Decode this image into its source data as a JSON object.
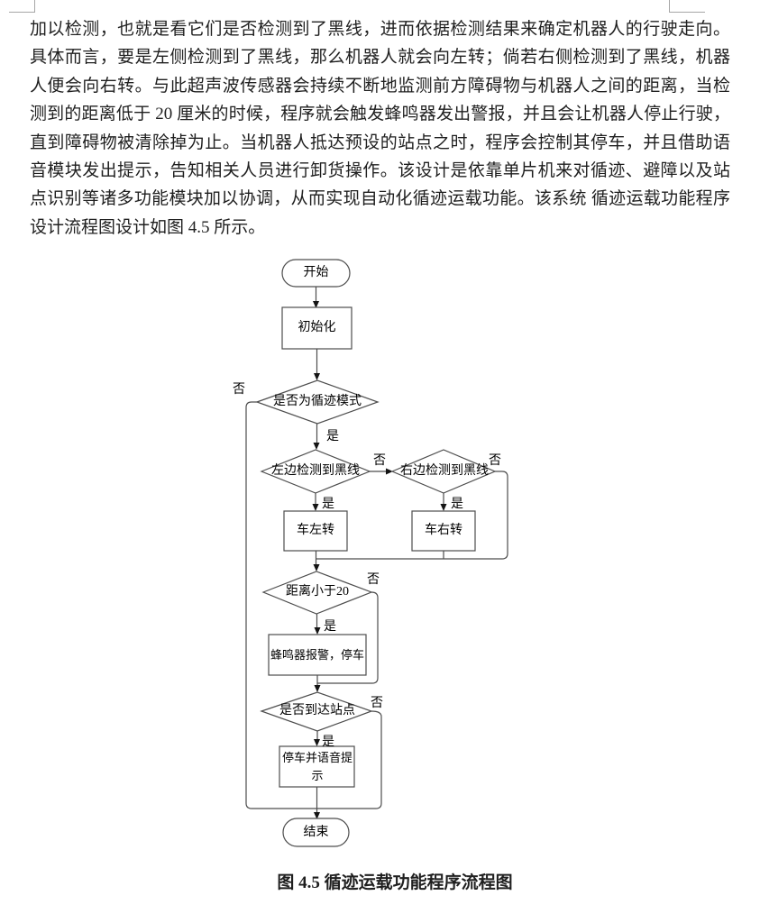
{
  "page": {
    "background": "#ffffff",
    "text_color": "#1f1f1f",
    "line_color": "#4d4d4d"
  },
  "paragraph": {
    "lines": [
      "加以检测，也就是看它们是否检测到了黑线，进而依据检测结果来确定机器人的行驶走向。",
      "具体而言，要是左侧检测到了黑线，那么机器人就会向左转；倘若右侧检测到了黑线，机器",
      "人便会向右转。与此超声波传感器会持续不断地监测前方障碍物与机器人之间的距离，当检",
      "测到的距离低于 20 厘米的时候，程序就会触发蜂鸣器发出警报，并且会让机器人停止行驶，",
      "直到障碍物被清除掉为止。当机器人抵达预设的站点之时，程序会控制其停车，并且借助语",
      "音模块发出提示，告知相关人员进行卸货操作。该设计是依靠单片机来对循迹、避障以及站",
      "点识别等诸多功能模块加以协调，从而实现自动化循迹运载功能。该系统 循迹运载功能程序",
      "设计流程图设计如图 4.5 所示。"
    ]
  },
  "flowchart": {
    "nodes": {
      "start": "开始",
      "init": "初始化",
      "mode_check": "是否为循迹模式",
      "left_detect": "左边检测到黑线",
      "right_detect": "右边检测到黑线",
      "turn_left": "车左转",
      "turn_right": "车右转",
      "distance_check": "距离小于20",
      "buzzer_stop": "蜂鸣器报警，停车",
      "station_check": "是否到达站点",
      "stop_voice": "停车并语音提示",
      "end": "结束"
    },
    "labels": {
      "yes": "是",
      "no": "否"
    }
  },
  "caption": "图 4.5 循迹运载功能程序流程图"
}
